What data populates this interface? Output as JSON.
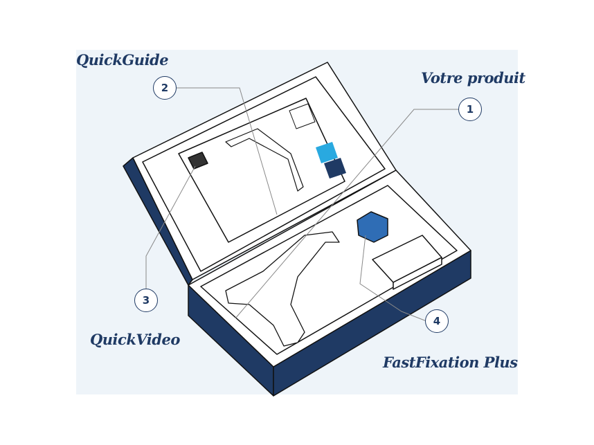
{
  "labels": {
    "quickguide": "QuickGuide",
    "product": "Votre produit",
    "quickvideo": "QuickVideo",
    "fastfixation": "FastFixation Plus"
  },
  "callouts": [
    "1",
    "2",
    "3",
    "4"
  ],
  "colors": {
    "navy": "#1f3a64",
    "background": "#eef4f9",
    "accent_blue": "#2f6db5",
    "light_blue": "#29a9e0"
  }
}
